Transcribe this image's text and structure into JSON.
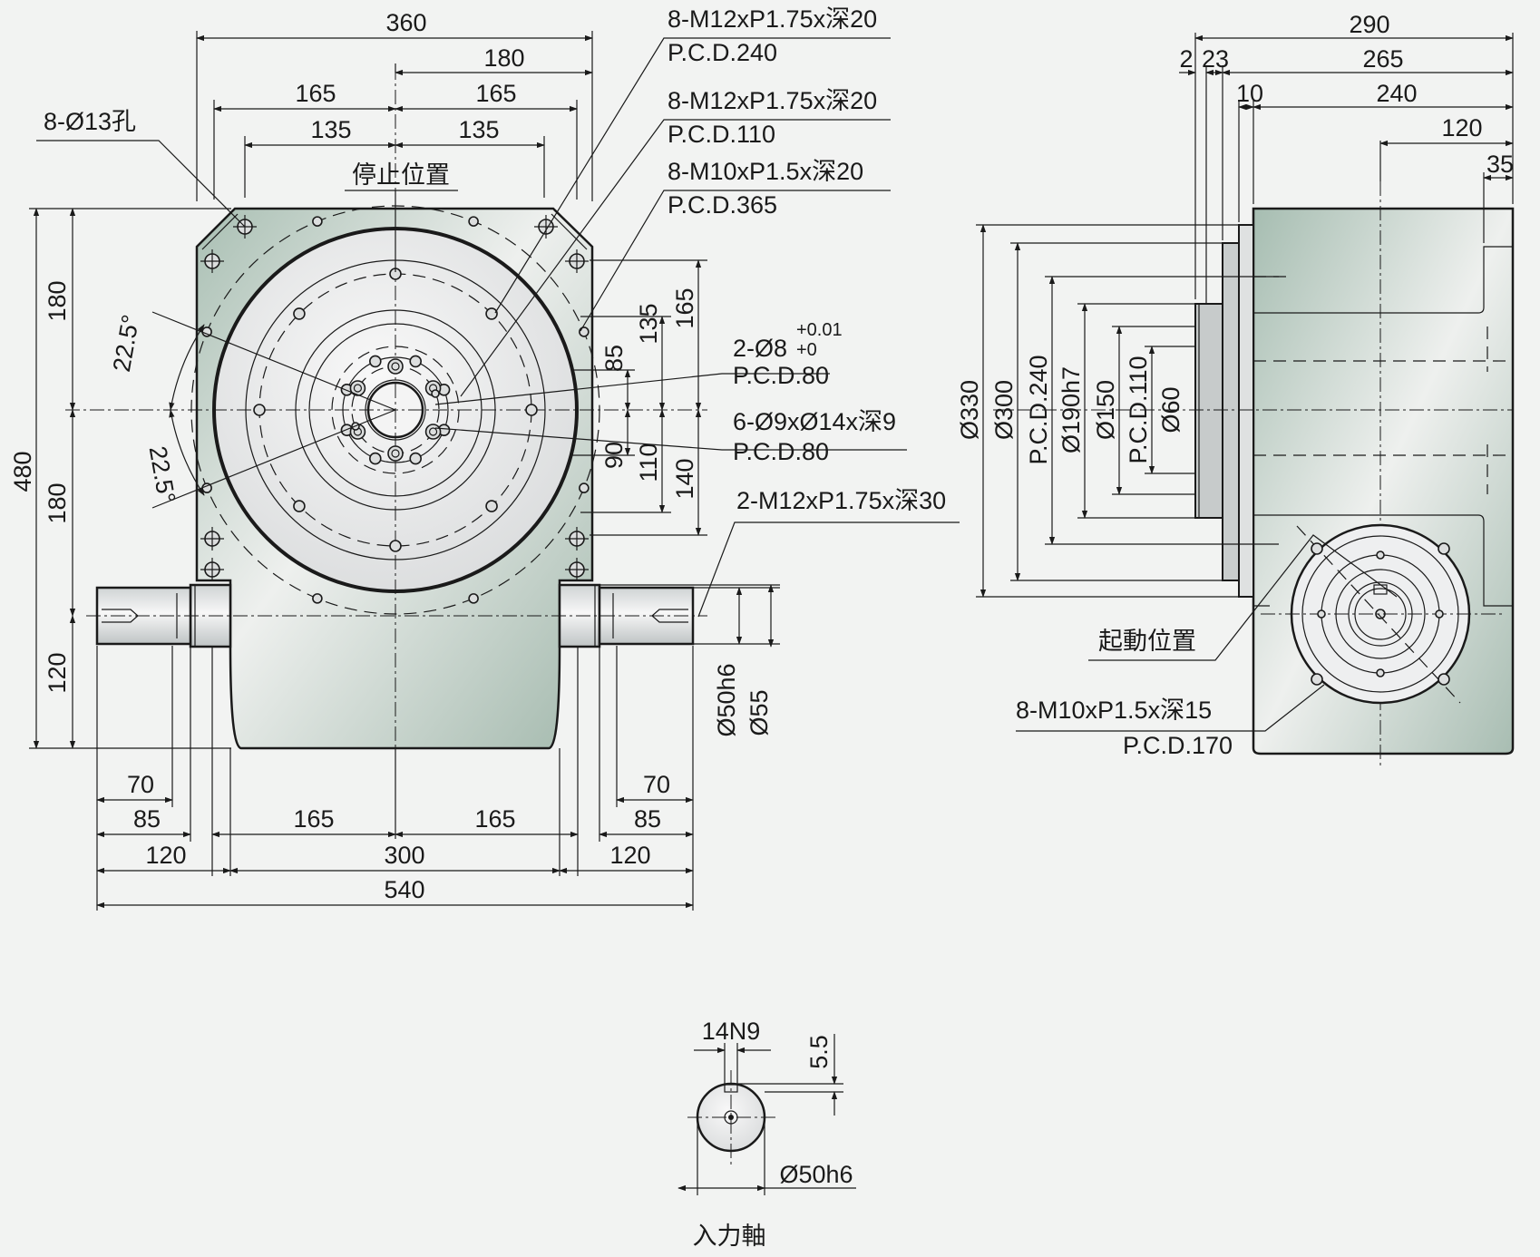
{
  "colors": {
    "body_green": "#a9bfb3",
    "table_grey": "#e4e6e6",
    "line": "#1a1a1a",
    "background": "#f2f3f2"
  },
  "front_view": {
    "dims": {
      "d360": "360",
      "d180": "180",
      "d165_left": "165",
      "d165_right": "165",
      "d135_left": "135",
      "d135_right": "135",
      "left_180_top": "180",
      "left_180_bottom": "180",
      "left_480": "480",
      "left_120": "120",
      "angle_top": "22.5°",
      "angle_bottom": "22.5°",
      "r165": "165",
      "r135": "135",
      "r85": "85",
      "r90": "90",
      "r110": "110",
      "r140": "140",
      "shaft_d50h6": "Ø50h6",
      "shaft_d55": "Ø55",
      "b70_left": "70",
      "b85_left": "85",
      "b120_left": "120",
      "b165_left": "165",
      "b165_right": "165",
      "b300": "300",
      "b70_right": "70",
      "b85_right": "85",
      "b120_right": "120",
      "b540": "540"
    },
    "notes": {
      "n1_line1": "8-M12xP1.75x深20",
      "n1_line2": "P.C.D.240",
      "n2_line1": "8-M12xP1.75x深20",
      "n2_line2": "P.C.D.110",
      "n3_line1": "8-M10xP1.5x深20",
      "n3_line2": "P.C.D.365",
      "n4_line1": "2-Ø8",
      "n4_tol_upper": "+0.01",
      "n4_tol_lower": "+0",
      "n4_line2": "P.C.D.80",
      "n5_line1": "6-Ø9xØ14x深9",
      "n5_line2": "P.C.D.80",
      "n6_line1": "2-M12xP1.75x深30",
      "holes_8_13": "8-Ø13孔",
      "stop_position": "停止位置"
    }
  },
  "side_view": {
    "dims": {
      "d290": "290",
      "d2": "2",
      "d23": "23",
      "d265": "265",
      "d10": "10",
      "d240": "240",
      "d120": "120",
      "d35": "35",
      "v330": "Ø330",
      "v300": "Ø300",
      "v_pcd240": "P.C.D.240",
      "v190": "Ø190h7",
      "v150": "Ø150",
      "v_pcd110": "P.C.D.110",
      "v60": "Ø60"
    },
    "notes": {
      "start_position": "起動位置",
      "bolt_line1": "8-M10xP1.5x深15",
      "bolt_line2": "P.C.D.170"
    }
  },
  "shaft_detail": {
    "key_width": "14N9",
    "key_depth": "5.5",
    "diameter": "Ø50h6",
    "caption": "入力軸"
  }
}
